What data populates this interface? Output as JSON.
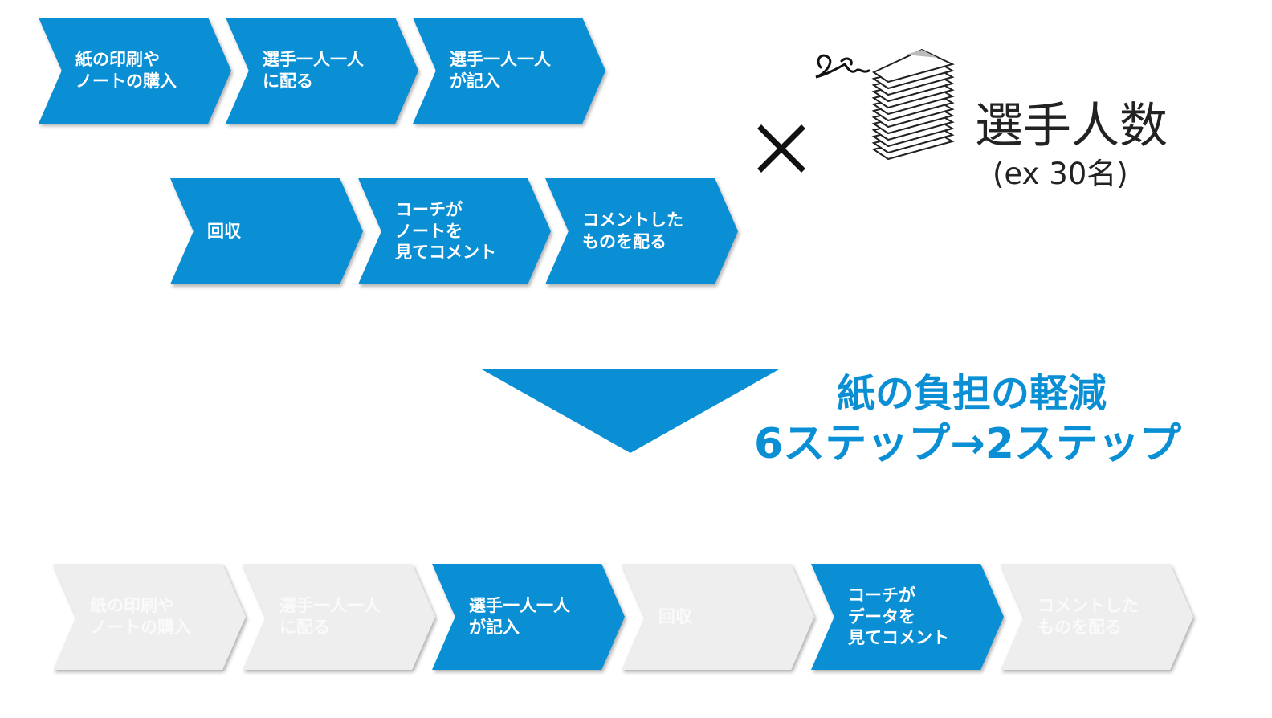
{
  "before": {
    "row1": [
      {
        "label": "紙の印刷や\nノートの購入"
      },
      {
        "label": "選手一人一人\nに配る"
      },
      {
        "label": "選手一人一人\nが記入"
      }
    ],
    "row2": [
      {
        "label": "回収"
      },
      {
        "label": "コーチが\nノートを\n見てコメント"
      },
      {
        "label": "コメントした\nものを配る"
      }
    ]
  },
  "multiplier": {
    "symbol": "×",
    "label": "選手人数",
    "example": "(ex 30名)",
    "icon": "paper-stack-icon"
  },
  "result": {
    "line1": "紙の負担の軽減",
    "line2": "6ステップ→2ステップ"
  },
  "after": {
    "steps": [
      {
        "label": "紙の印刷や\nノートの購入",
        "active": false
      },
      {
        "label": "選手一人一人\nに配る",
        "active": false
      },
      {
        "label": "選手一人一人\nが記入",
        "active": true
      },
      {
        "label": "回収",
        "active": false
      },
      {
        "label": "コーチが\nデータを\n見てコメント",
        "active": true
      },
      {
        "label": "コメントした\nものを配る",
        "active": false
      }
    ]
  },
  "colors": {
    "accent": "#0a8fd5",
    "inactive": "#eeeeee",
    "text_dark": "#222222"
  }
}
